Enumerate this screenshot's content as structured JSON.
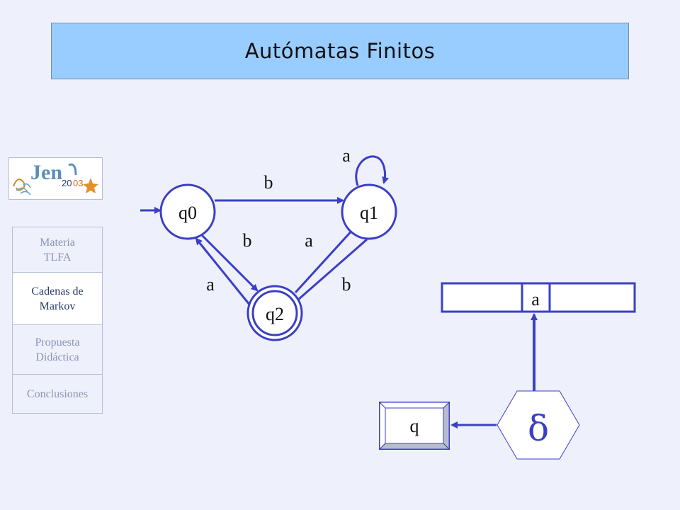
{
  "title": "Autómatas Finitos",
  "logo": {
    "text_main": "Jen",
    "text_year_a": "20",
    "text_year_b": "03"
  },
  "nav": {
    "items": [
      {
        "label": "Materia TLFA",
        "active": false
      },
      {
        "label": "Cadenas de Markov",
        "active": true
      },
      {
        "label": "Propuesta Didáctica",
        "active": false
      },
      {
        "label": "Conclusiones",
        "active": false
      }
    ]
  },
  "automaton": {
    "states": [
      "q0",
      "q1",
      "q2"
    ],
    "start_state": "q0",
    "accepting_states": [
      "q2"
    ],
    "transitions": [
      {
        "from": "q0",
        "to": "q1",
        "symbol": "b"
      },
      {
        "from": "q1",
        "to": "q1",
        "symbol": "a"
      },
      {
        "from": "q0",
        "to": "q2",
        "symbol": "b"
      },
      {
        "from": "q2",
        "to": "q0",
        "symbol": "a"
      },
      {
        "from": "q2",
        "to": "q1",
        "symbol": "a"
      },
      {
        "from": "q1",
        "to": "q2",
        "symbol": "b"
      }
    ]
  },
  "machine": {
    "tape_symbol": "a",
    "state_register": "q",
    "transition_function": "δ"
  },
  "colors": {
    "accent": "#3b3fc6",
    "title_bg": "#99ccff",
    "background": "#eef0fc"
  }
}
